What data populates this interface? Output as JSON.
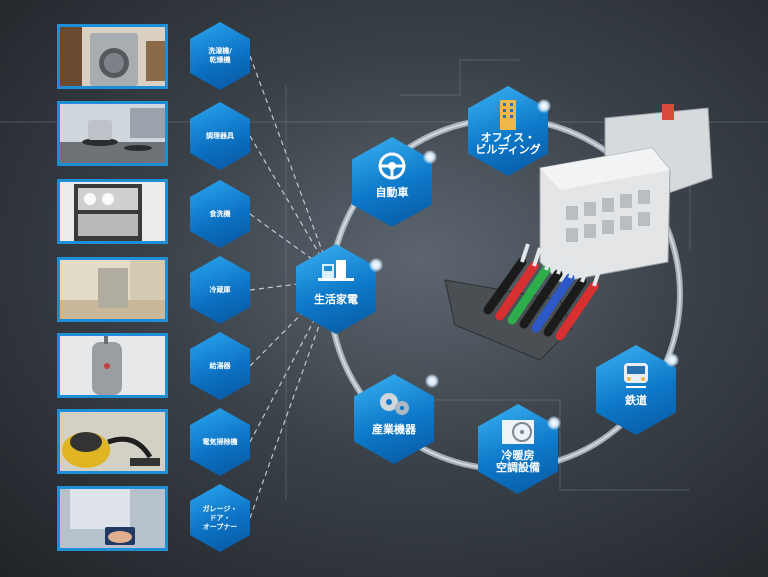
{
  "center_hub": {
    "label": "生活家電"
  },
  "appliances": [
    {
      "label": "洗濯機/\n乾燥機",
      "photo_icon": "washing-machine"
    },
    {
      "label": "調理器具",
      "photo_icon": "stove-pot"
    },
    {
      "label": "食洗機",
      "photo_icon": "dishwasher"
    },
    {
      "label": "冷蔵庫",
      "photo_icon": "refrigerator"
    },
    {
      "label": "給湯器",
      "photo_icon": "water-heater"
    },
    {
      "label": "電気掃除機",
      "photo_icon": "vacuum-cleaner"
    },
    {
      "label": "ガレージ・\nドア・\nオープナー",
      "photo_icon": "garage-door"
    }
  ],
  "markets": [
    {
      "label": "自動車",
      "icon": "steering-wheel-icon"
    },
    {
      "label": "オフィス・\nビルディング",
      "icon": "building-icon"
    },
    {
      "label": "鉄道",
      "icon": "train-icon"
    },
    {
      "label": "冷暖房\n空調設備",
      "icon": "air-conditioner-icon"
    },
    {
      "label": "産業機器",
      "icon": "gears-icon"
    }
  ],
  "colors": {
    "hex_blue": "#0b6fc0",
    "frame_blue": "#1e8fd6",
    "ring": "#c9d3dc"
  }
}
